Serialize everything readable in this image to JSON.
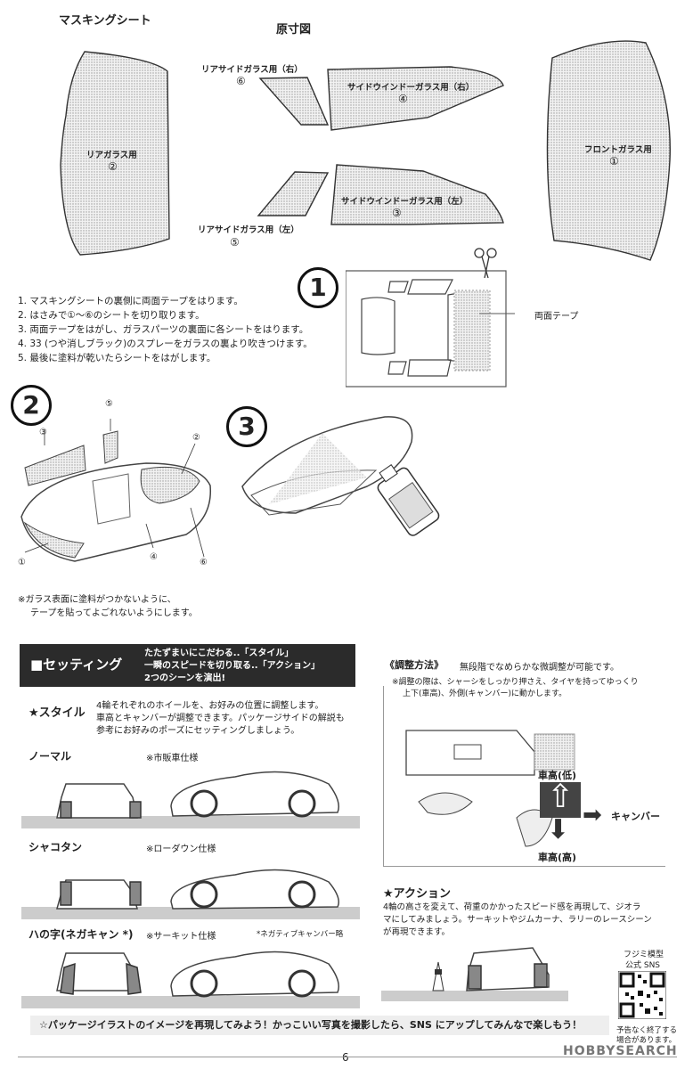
{
  "masking": {
    "title": "マスキングシート",
    "scale_label": "原寸図",
    "parts": [
      {
        "label": "リアガラス用",
        "num": "②"
      },
      {
        "label": "リアサイドガラス用（右）",
        "num": "⑥"
      },
      {
        "label": "サイドウインドーガラス用（右）",
        "num": "④"
      },
      {
        "label": "フロントガラス用",
        "num": "①"
      },
      {
        "label": "サイドウインドーガラス用（左）",
        "num": "③"
      },
      {
        "label": "リアサイドガラス用（左）",
        "num": "⑤"
      }
    ]
  },
  "steps": {
    "lines": [
      "1. マスキングシートの裏側に両面テープをはります。",
      "2. はさみで①～⑥のシートを切り取ります。",
      "3. 両面テープをはがし、ガラスパーツの裏面に各シートをはります。",
      "4. 33 (つや消しブラック)のスプレーをガラスの裏より吹きつけます。",
      "5. 最後に塗料が乾いたらシートをはがします。"
    ]
  },
  "figures": {
    "fig1": "1",
    "fig2": "2",
    "fig3": "3",
    "tape_label": "両面テープ",
    "fig2_nums": [
      "③",
      "⑤",
      "②",
      "①",
      "④",
      "⑥"
    ],
    "note_line1": "※ガラス表面に塗料がつかないように、",
    "note_line2": "テープを貼ってよごれないようにします。"
  },
  "setting": {
    "title": "■セッティング",
    "sub1": "たたずまいにこだわる..「スタイル」",
    "sub2": "一瞬のスピードを切り取る..「アクション」",
    "sub3": "2つのシーンを演出!",
    "style_head": "★スタイル",
    "style_desc1": "4輪それぞれのホイールを、お好みの位置に調整します。",
    "style_desc2": "車高とキャンバーが調整できます。パッケージサイドの解説も",
    "style_desc3": "参考にお好みのポーズにセッティングしましょう。",
    "normal": "ノーマル",
    "normal_note": "※市販車仕様",
    "shakotan": "シャコタン",
    "shakotan_note": "※ローダウン仕様",
    "hachi": "ハの字(ネガキャン *)",
    "hachi_note": "※サーキット仕様",
    "nega_note": "*ネガティブキャンバー略"
  },
  "adjust": {
    "head": "《調整方法》",
    "head_desc": "無段階でなめらかな微調整が可能です。",
    "note1": "※調整の際は、シャーシをしっかり押さえ、タイヤを持ってゆっくり",
    "note2": "上下(車高)、外側(キャンバー)に動かします。",
    "low": "車高(低)",
    "high": "車高(高)",
    "camber": "キャンバー"
  },
  "action": {
    "head": "★アクション",
    "desc1": "4輪の高さを変えて、荷重のかかったスピード感を再現して、ジオラ",
    "desc2": "マにしてみましょう。サーキットやジムカーナ、ラリーのレースシーン",
    "desc3": "が再現できます。"
  },
  "sns": {
    "line1": "フジミ模型",
    "line2": "公式 SNS",
    "notice1": "予告なく終了する",
    "notice2": "場合があります。"
  },
  "footer": {
    "banner": "☆パッケージイラストのイメージを再現してみよう！かっこいい写真を撮影したら、SNS にアップしてみんなで楽しもう！",
    "page": "6",
    "watermark": "HOBBYSEARCH"
  }
}
